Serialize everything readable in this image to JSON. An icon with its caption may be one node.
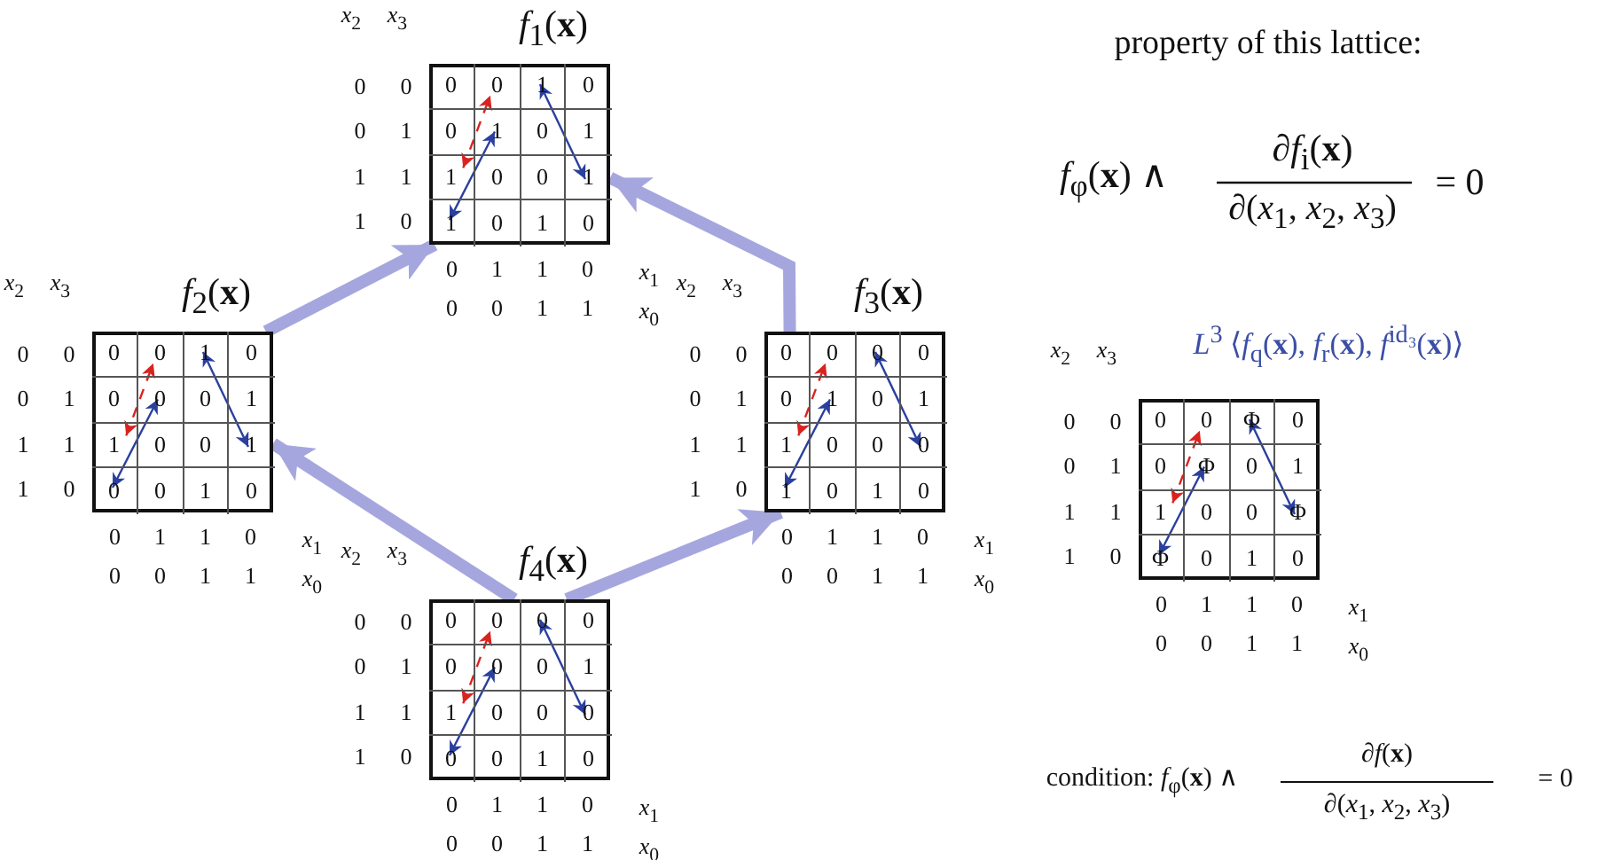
{
  "diagram": {
    "nodes": [
      {
        "text": [
          "*f*$_{1}$(**x**)",
          "0",
          "0",
          "1",
          "0",
          "0",
          "1",
          "0",
          "1",
          "1",
          "0",
          "0",
          "1",
          "1",
          "0",
          "1",
          "0"
        ],
        "beside": [
          "*x*$_{2}$",
          "*x*$_{3}$",
          "0",
          "0",
          "0",
          "1",
          "1",
          "1",
          "1",
          "0",
          "0",
          "1",
          "1",
          "0",
          "*x*$_{1}$",
          "0",
          "0",
          "1",
          "1",
          "*x*$_{0}$"
        ]
      },
      {
        "text": [
          "*f*$_{2}$(**x**)",
          "0",
          "0",
          "1",
          "0",
          "0",
          "0",
          "0",
          "1",
          "1",
          "0",
          "0",
          "1",
          "0",
          "0",
          "1",
          "0"
        ],
        "beside": [
          "*x*$_{2}$",
          "*x*$_{3}$",
          "0",
          "0",
          "0",
          "1",
          "1",
          "1",
          "1",
          "0",
          "0",
          "1",
          "1",
          "0",
          "*x*$_{1}$",
          "0",
          "0",
          "1",
          "1",
          "*x*$_{0}$"
        ]
      },
      {
        "text": [
          "*f*$_{3}$(**x**)",
          "0",
          "0",
          "0",
          "0",
          "0",
          "1",
          "0",
          "1",
          "1",
          "0",
          "0",
          "0",
          "1",
          "0",
          "1",
          "0"
        ],
        "beside": [
          "*x*$_{2}$",
          "*x*$_{3}$",
          "0",
          "0",
          "0",
          "1",
          "1",
          "1",
          "1",
          "0",
          "0",
          "1",
          "1",
          "0",
          "*x*$_{1}$",
          "0",
          "0",
          "1",
          "1",
          "*x*$_{0}$"
        ]
      },
      {
        "text": [
          "*L*$^{3}$ ⟨*f*$_{q}$(**x**), *f*$_{r}$(**x**), *f*$^{id₃}$(**x**)⟩",
          "0",
          "0",
          "Φ",
          "0",
          "0",
          "Φ",
          "0",
          "1",
          "1",
          "0",
          "0",
          "Φ",
          "Φ",
          "0",
          "1",
          "0"
        ],
        "beside": [
          "*x*$_{2}$",
          "*x*$_{3}$",
          "0",
          "0",
          "0",
          "1",
          "1",
          "1",
          "1",
          "0",
          "0",
          "1",
          "1",
          "0",
          "*x*$_{1}$",
          "0",
          "0",
          "1",
          "1",
          "*x*$_{0}$"
        ]
      },
      {
        "text": [
          "*f*$_{4}$(**x**)",
          "0",
          "0",
          "0",
          "0",
          "0",
          "0",
          "0",
          "1",
          "1",
          "0",
          "0",
          "0",
          "0",
          "0",
          "1",
          "0"
        ],
        "beside": [
          "*x*$_{2}$",
          "*x*$_{3}$",
          "0",
          "0",
          "0",
          "1",
          "1",
          "1",
          "1",
          "0",
          "0",
          "1",
          "1",
          "0",
          "*x*$_{1}$",
          "0",
          "0",
          "1",
          "1",
          "*x*$_{0}$"
        ]
      }
    ],
    "edges": [
      {
        "from": 4,
        "to": 1,
        "arrow": "to"
      },
      {
        "from": 4,
        "to": 2,
        "arrow": "to"
      },
      {
        "from": 1,
        "to": 0,
        "arrow": "to"
      },
      {
        "from": 2,
        "to": 0,
        "arrow": "to"
      }
    ],
    "labels": [
      "property of this lattice:",
      "*f*$_{φ}$(**x**) ∧",
      "∂*f*$_{i}$(**x**)",
      "∂(*x*$_{1}$, *x*$_{2}$, *x*$_{3}$)",
      "= 0",
      "condition: *f*$_{φ}$(**x**) ∧",
      "∂*f*(**x**)",
      "∂(*x*$_{1}$, *x*$_{2}$, *x*$_{3}$)",
      "= 0"
    ]
  }
}
